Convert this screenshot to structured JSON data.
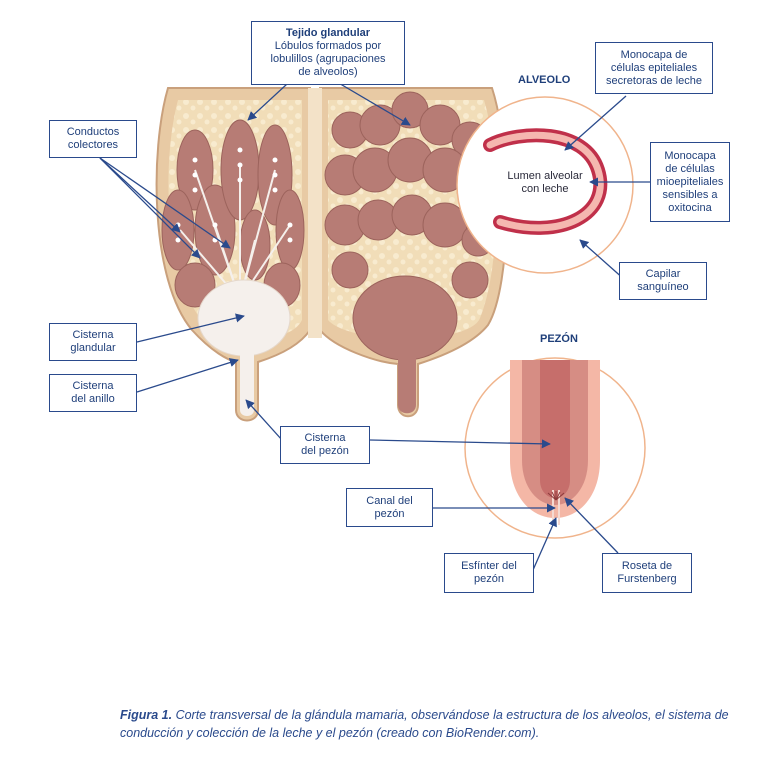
{
  "sections": {
    "alveolo": "ALVEOLO",
    "pezon": "PEZÓN"
  },
  "labels": {
    "tejido_glandular": {
      "title": "Tejido glandular",
      "lines": [
        "Lóbulos formados por",
        "lobulillos (agrupaciones",
        "de alveolos)"
      ]
    },
    "conductos_colectores": [
      "Conductos",
      "colectores"
    ],
    "cisterna_glandular": [
      "Cisterna",
      "glandular"
    ],
    "cisterna_anillo": [
      "Cisterna",
      "del anillo"
    ],
    "cisterna_pezon": [
      "Cisterna",
      "del pezón"
    ],
    "monocapa_epiteliales": [
      "Monocapa de",
      "células epiteliales",
      "secretoras de leche"
    ],
    "monocapa_mioepiteliales": [
      "Monocapa",
      "de células",
      "mioepiteliales",
      "sensibles a",
      "oxitocina"
    ],
    "capilar": [
      "Capilar",
      "sanguíneo"
    ],
    "canal_pezon": [
      "Canal del",
      "pezón"
    ],
    "esfinter": [
      "Esfínter del",
      "pezón"
    ],
    "roseta": [
      "Roseta de",
      "Furstenberg"
    ],
    "lumen": [
      "Lumen alveolar",
      "con leche"
    ]
  },
  "caption": {
    "lead": "Figura 1.",
    "text": " Corte transversal de la glándula mamaria, observándose la estructura de los alveolos, el sistema de conducción y colección de la leche y el pezón (creado con BioRender.com)."
  },
  "colors": {
    "label_border": "#2a4a8c",
    "label_text": "#1f3f7a",
    "skin": "#e8caa4",
    "tissue": "#b77c75",
    "milk": "#f5f0ec",
    "circle_border": "#f0b48c"
  }
}
